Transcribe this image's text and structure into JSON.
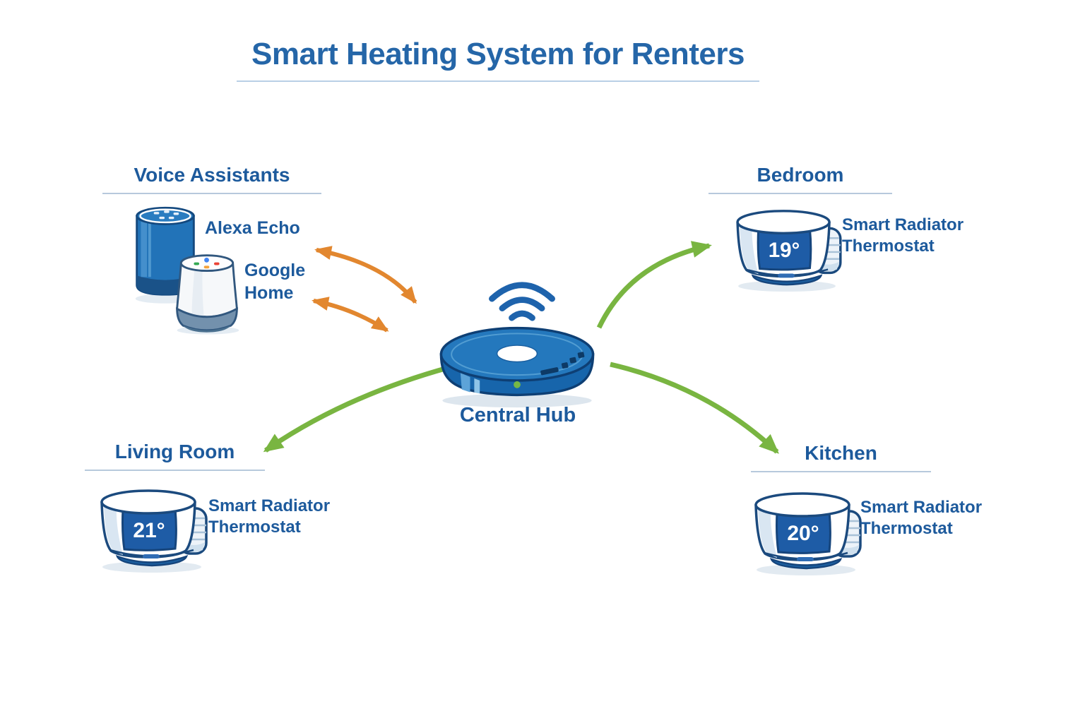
{
  "title": "Smart Heating System for Renters",
  "hub": {
    "label": "Central Hub",
    "status_led": "green",
    "icon": "wifi-icon"
  },
  "voice_assistants": {
    "heading": "Voice Assistants",
    "devices": [
      {
        "name": "Alexa Echo"
      },
      {
        "name": "Google Home"
      }
    ]
  },
  "rooms": [
    {
      "id": "bedroom",
      "heading": "Bedroom",
      "temperature": "19°",
      "device_label": "Smart Radiator Thermostat"
    },
    {
      "id": "living_room",
      "heading": "Living Room",
      "temperature": "21°",
      "device_label": "Smart Radiator Thermostat"
    },
    {
      "id": "kitchen",
      "heading": "Kitchen",
      "temperature": "20°",
      "device_label": "Smart Radiator Thermostat"
    }
  ],
  "connections": [
    {
      "from": "voice-assistants",
      "to": "central-hub",
      "type": "bidirectional",
      "color": "orange"
    },
    {
      "from": "voice-assistants",
      "to": "central-hub",
      "type": "bidirectional",
      "color": "orange"
    },
    {
      "from": "central-hub",
      "to": "bedroom",
      "type": "one-way",
      "color": "green"
    },
    {
      "from": "central-hub",
      "to": "living_room",
      "type": "one-way",
      "color": "green"
    },
    {
      "from": "central-hub",
      "to": "kitchen",
      "type": "one-way",
      "color": "green"
    }
  ],
  "colors": {
    "title_blue": "#2566a8",
    "heading_blue": "#1d5a9c",
    "device_blue": "#2273b8",
    "display_blue": "#1e5ca6",
    "arrow_orange": "#e2872f",
    "arrow_green": "#79b541"
  }
}
